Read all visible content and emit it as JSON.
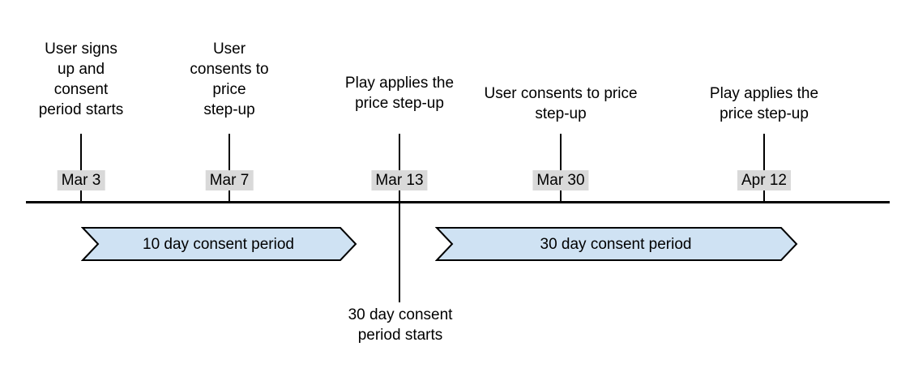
{
  "diagram": {
    "type": "timeline",
    "colors": {
      "banner_fill": "#cfe2f3",
      "banner_stroke": "#000000",
      "date_bg": "#d9d9d9",
      "line_color": "#000000",
      "text_color": "#000000"
    },
    "events": [
      {
        "label": "User signs\nup and\nconsent\nperiod starts",
        "date": "Mar 3"
      },
      {
        "label": "User\nconsents to\nprice\nstep-up",
        "date": "Mar 7"
      },
      {
        "label": "Play applies the\nprice step-up",
        "date": "Mar 13",
        "note": "30 day consent\nperiod starts"
      },
      {
        "label": "User consents to price\nstep-up",
        "date": "Mar 30"
      },
      {
        "label": "Play applies the\nprice step-up",
        "date": "Apr 12"
      }
    ],
    "periods": [
      {
        "label": "10 day consent period"
      },
      {
        "label": "30 day consent period"
      }
    ]
  }
}
